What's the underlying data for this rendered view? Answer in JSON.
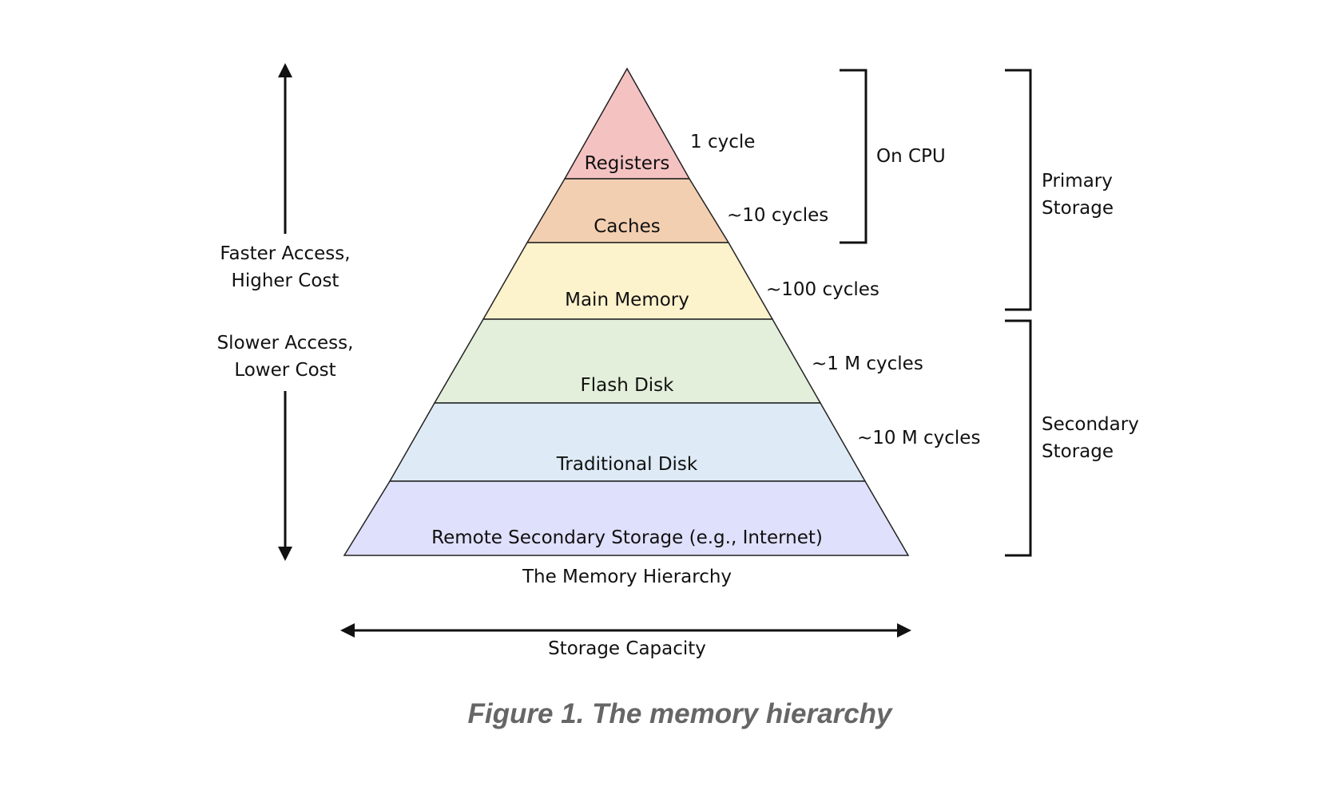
{
  "diagram": {
    "layers": [
      {
        "name": "Registers",
        "latency": "1 cycle",
        "color": "#f5c2c2"
      },
      {
        "name": "Caches",
        "latency": "~10 cycles",
        "color": "#f3cfb1"
      },
      {
        "name": "Main Memory",
        "latency": "~100 cycles",
        "color": "#fcf2cc"
      },
      {
        "name": "Flash Disk",
        "latency": "~1 M cycles",
        "color": "#e3efda"
      },
      {
        "name": "Traditional Disk",
        "latency": "~10 M cycles",
        "color": "#deebf6"
      },
      {
        "name": "Remote Secondary Storage (e.g., Internet)",
        "latency": "",
        "color": "#dfe0fb"
      }
    ],
    "pyramid_title": "The Memory Hierarchy",
    "left_axis": {
      "top_label": [
        "Faster Access,",
        "Higher Cost"
      ],
      "bottom_label": [
        "Slower Access,",
        "Lower Cost"
      ]
    },
    "bottom_axis": {
      "label": "Storage Capacity"
    },
    "brackets": {
      "on_cpu": "On CPU",
      "primary": [
        "Primary",
        "Storage"
      ],
      "secondary": [
        "Secondary",
        "Storage"
      ]
    }
  },
  "caption": "Figure 1. The memory hierarchy"
}
